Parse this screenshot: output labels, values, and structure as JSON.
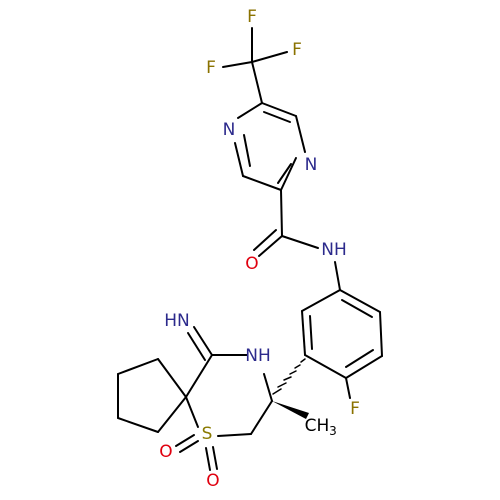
{
  "colors": {
    "bond": "#000000",
    "nitrogen": "#2c2a8c",
    "oxygen": "#e0000f",
    "fluorine": "#8a7200",
    "sulfur": "#8a7a00",
    "carbon": "#000000"
  },
  "atoms": {
    "F1": "F",
    "F2": "F",
    "F3": "F",
    "N_pyrazine_left": "N",
    "N_pyrazine_right": "N",
    "O_amide": "O",
    "NH_amide": "NH",
    "NH_imine": "HN",
    "NH_ring": "NH",
    "F_aryl": "F",
    "S": "S",
    "O_sulfonyl_1": "O",
    "O_sulfonyl_2": "O",
    "CH3_main": "CH",
    "CH3_sub": "3"
  }
}
